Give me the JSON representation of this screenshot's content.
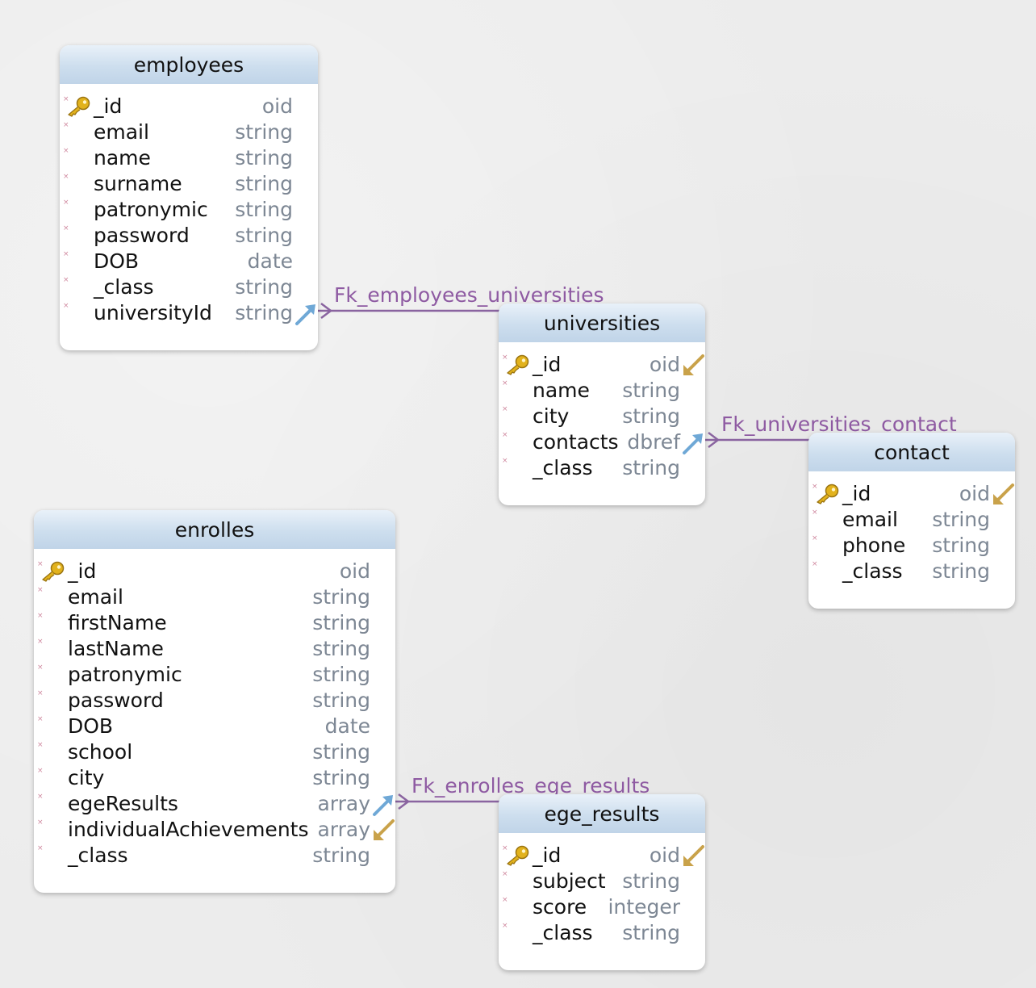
{
  "colors": {
    "connector": "#8a64a0",
    "fk_label": "#8e5aa2",
    "type_text": "#7d8794",
    "header_gradient": [
      "#e9f1f9",
      "#c0d4e8"
    ],
    "key_icon": "#d4a316",
    "ref_out_icon": "#6fa8d6",
    "ref_in_icon": "#c9a24a"
  },
  "tables": {
    "employees": {
      "title": "employees",
      "fields": [
        {
          "name": "_id",
          "type": "oid",
          "pk": true
        },
        {
          "name": "email",
          "type": "string"
        },
        {
          "name": "name",
          "type": "string"
        },
        {
          "name": "surname",
          "type": "string"
        },
        {
          "name": "patronymic",
          "type": "string"
        },
        {
          "name": "password",
          "type": "string"
        },
        {
          "name": "DOB",
          "type": "date"
        },
        {
          "name": "_class",
          "type": "string"
        },
        {
          "name": "universityId",
          "type": "string",
          "ref": "out"
        }
      ]
    },
    "universities": {
      "title": "universities",
      "fields": [
        {
          "name": "_id",
          "type": "oid",
          "pk": true,
          "ref": "in"
        },
        {
          "name": "name",
          "type": "string"
        },
        {
          "name": "city",
          "type": "string"
        },
        {
          "name": "contacts",
          "type": "dbref",
          "ref": "out"
        },
        {
          "name": "_class",
          "type": "string"
        }
      ]
    },
    "contact": {
      "title": "contact",
      "fields": [
        {
          "name": "_id",
          "type": "oid",
          "pk": true,
          "ref": "in"
        },
        {
          "name": "email",
          "type": "string"
        },
        {
          "name": "phone",
          "type": "string"
        },
        {
          "name": "_class",
          "type": "string"
        }
      ]
    },
    "enrolles": {
      "title": "enrolles",
      "fields": [
        {
          "name": "_id",
          "type": "oid",
          "pk": true
        },
        {
          "name": "email",
          "type": "string"
        },
        {
          "name": "firstName",
          "type": "string"
        },
        {
          "name": "lastName",
          "type": "string"
        },
        {
          "name": "patronymic",
          "type": "string"
        },
        {
          "name": "password",
          "type": "string"
        },
        {
          "name": "DOB",
          "type": "date"
        },
        {
          "name": "school",
          "type": "string"
        },
        {
          "name": "city",
          "type": "string"
        },
        {
          "name": "egeResults",
          "type": "array",
          "ref": "out"
        },
        {
          "name": "individualAchievements",
          "type": "array",
          "ref": "in"
        },
        {
          "name": "_class",
          "type": "string"
        }
      ]
    },
    "ege_results": {
      "title": "ege_results",
      "fields": [
        {
          "name": "_id",
          "type": "oid",
          "pk": true,
          "ref": "in"
        },
        {
          "name": "subject",
          "type": "string"
        },
        {
          "name": "score",
          "type": "integer"
        },
        {
          "name": "_class",
          "type": "string"
        }
      ]
    }
  },
  "relations": {
    "employees_universities": {
      "label": "Fk_employees_universities",
      "from": "employees",
      "to": "universities"
    },
    "universities_contact": {
      "label": "Fk_universities_contact",
      "from": "universities",
      "to": "contact"
    },
    "enrolles_ege_results": {
      "label": "Fk_enrolles_ege_results",
      "from": "enrolles",
      "to": "ege_results"
    }
  }
}
